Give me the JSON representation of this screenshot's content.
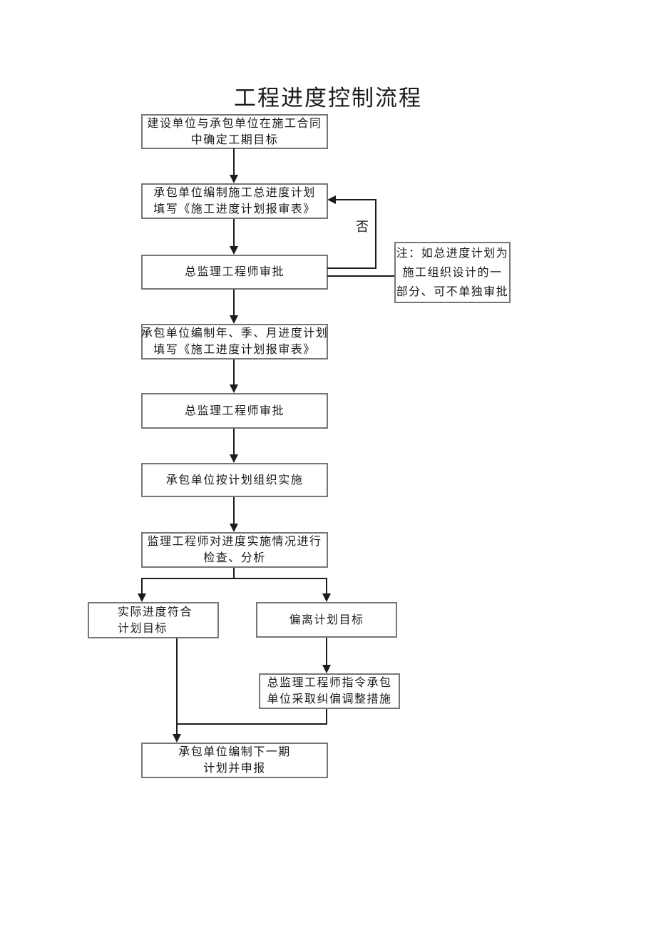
{
  "title": "工程进度控制流程",
  "diagram": {
    "boxes": {
      "define_goal": {
        "line1": "建设单位与承包单位在施工合同",
        "line2": "中确定工期目标"
      },
      "master_plan": {
        "line1": "承包单位编制施工总进度计划",
        "line2": "填写《施工进度计划报审表》"
      },
      "chief_approval_1": {
        "line1": "总监理工程师审批"
      },
      "periodic_plan": {
        "line1": "承包单位编制年、季、月进度计划",
        "line2": "填写《施工进度计划报审表》"
      },
      "chief_approval_2": {
        "line1": "总监理工程师审批"
      },
      "implement": {
        "line1": "承包单位按计划组织实施"
      },
      "inspect": {
        "line1": "监理工程师对进度实施情况进行",
        "line2": "检查、分析"
      },
      "on_track": {
        "line1": "实际进度符合",
        "line2": "计划目标"
      },
      "deviation": {
        "line1": "偏离计划目标"
      },
      "corrective": {
        "line1": "总监理工程师指令承包",
        "line2": "单位采取纠偏调整措施"
      },
      "next_period": {
        "line1": "承包单位编制下一期",
        "line2": "计划并申报"
      }
    },
    "note": {
      "line1": "注：如总进度计划为",
      "line2": "施工组织设计的一",
      "line3": "部分、可不单独审批"
    },
    "labels": {
      "no": "否"
    },
    "colors": {
      "line": "#1c1c1c",
      "border": "#767676",
      "text": "#1a1a1a",
      "background": "#ffffff"
    }
  }
}
